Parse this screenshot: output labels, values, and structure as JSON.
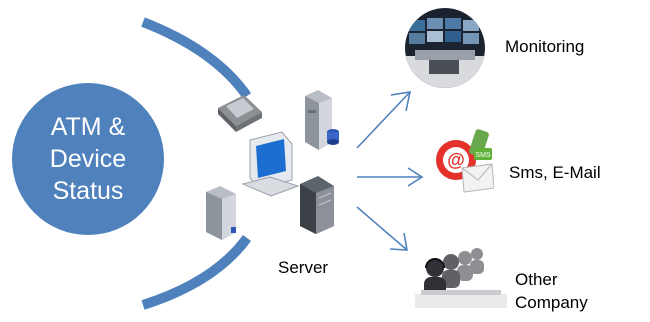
{
  "status": {
    "line1": "ATM &",
    "line2": "Device",
    "line3": "Status"
  },
  "server_label": "Server",
  "targets": {
    "monitoring": "Monitoring",
    "sms_email": "Sms, E-Mail",
    "other_line1": "Other",
    "other_line2": "Company"
  },
  "colors": {
    "accent": "#4f81bd",
    "arrow": "#4f81bd",
    "text": "#000000"
  },
  "icons": [
    "pos-terminal-icon",
    "server-tower-icon",
    "desktop-computer-icon",
    "server-tower-icon",
    "server-tower-icon",
    "monitoring-room-photo",
    "email-sms-icon",
    "call-center-agents-icon"
  ]
}
